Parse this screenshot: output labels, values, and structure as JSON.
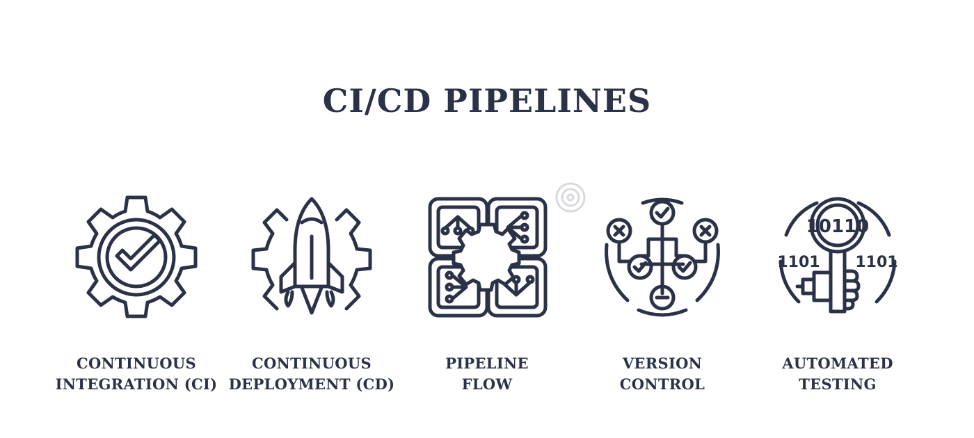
{
  "title": "CI/CD PIPELINES",
  "colors": {
    "ink": "#2b3147",
    "background": "#ffffff"
  },
  "items": [
    {
      "icon": "gear-checkmark-icon",
      "line1": "CONTINUOUS",
      "line2": "INTEGRATION (CI)"
    },
    {
      "icon": "gear-rocket-icon",
      "line1": "CONTINUOUS",
      "line2": "DEPLOYMENT (CD)"
    },
    {
      "icon": "circuit-chips-gear-icon",
      "line1": "PIPELINE",
      "line2": "FLOW"
    },
    {
      "icon": "branching-gears-tree-icon",
      "line1": "VERSION",
      "line2": "CONTROL"
    },
    {
      "icon": "magnifier-binary-hand-icon",
      "line1": "AUTOMATED",
      "line2": "TESTING"
    }
  ]
}
